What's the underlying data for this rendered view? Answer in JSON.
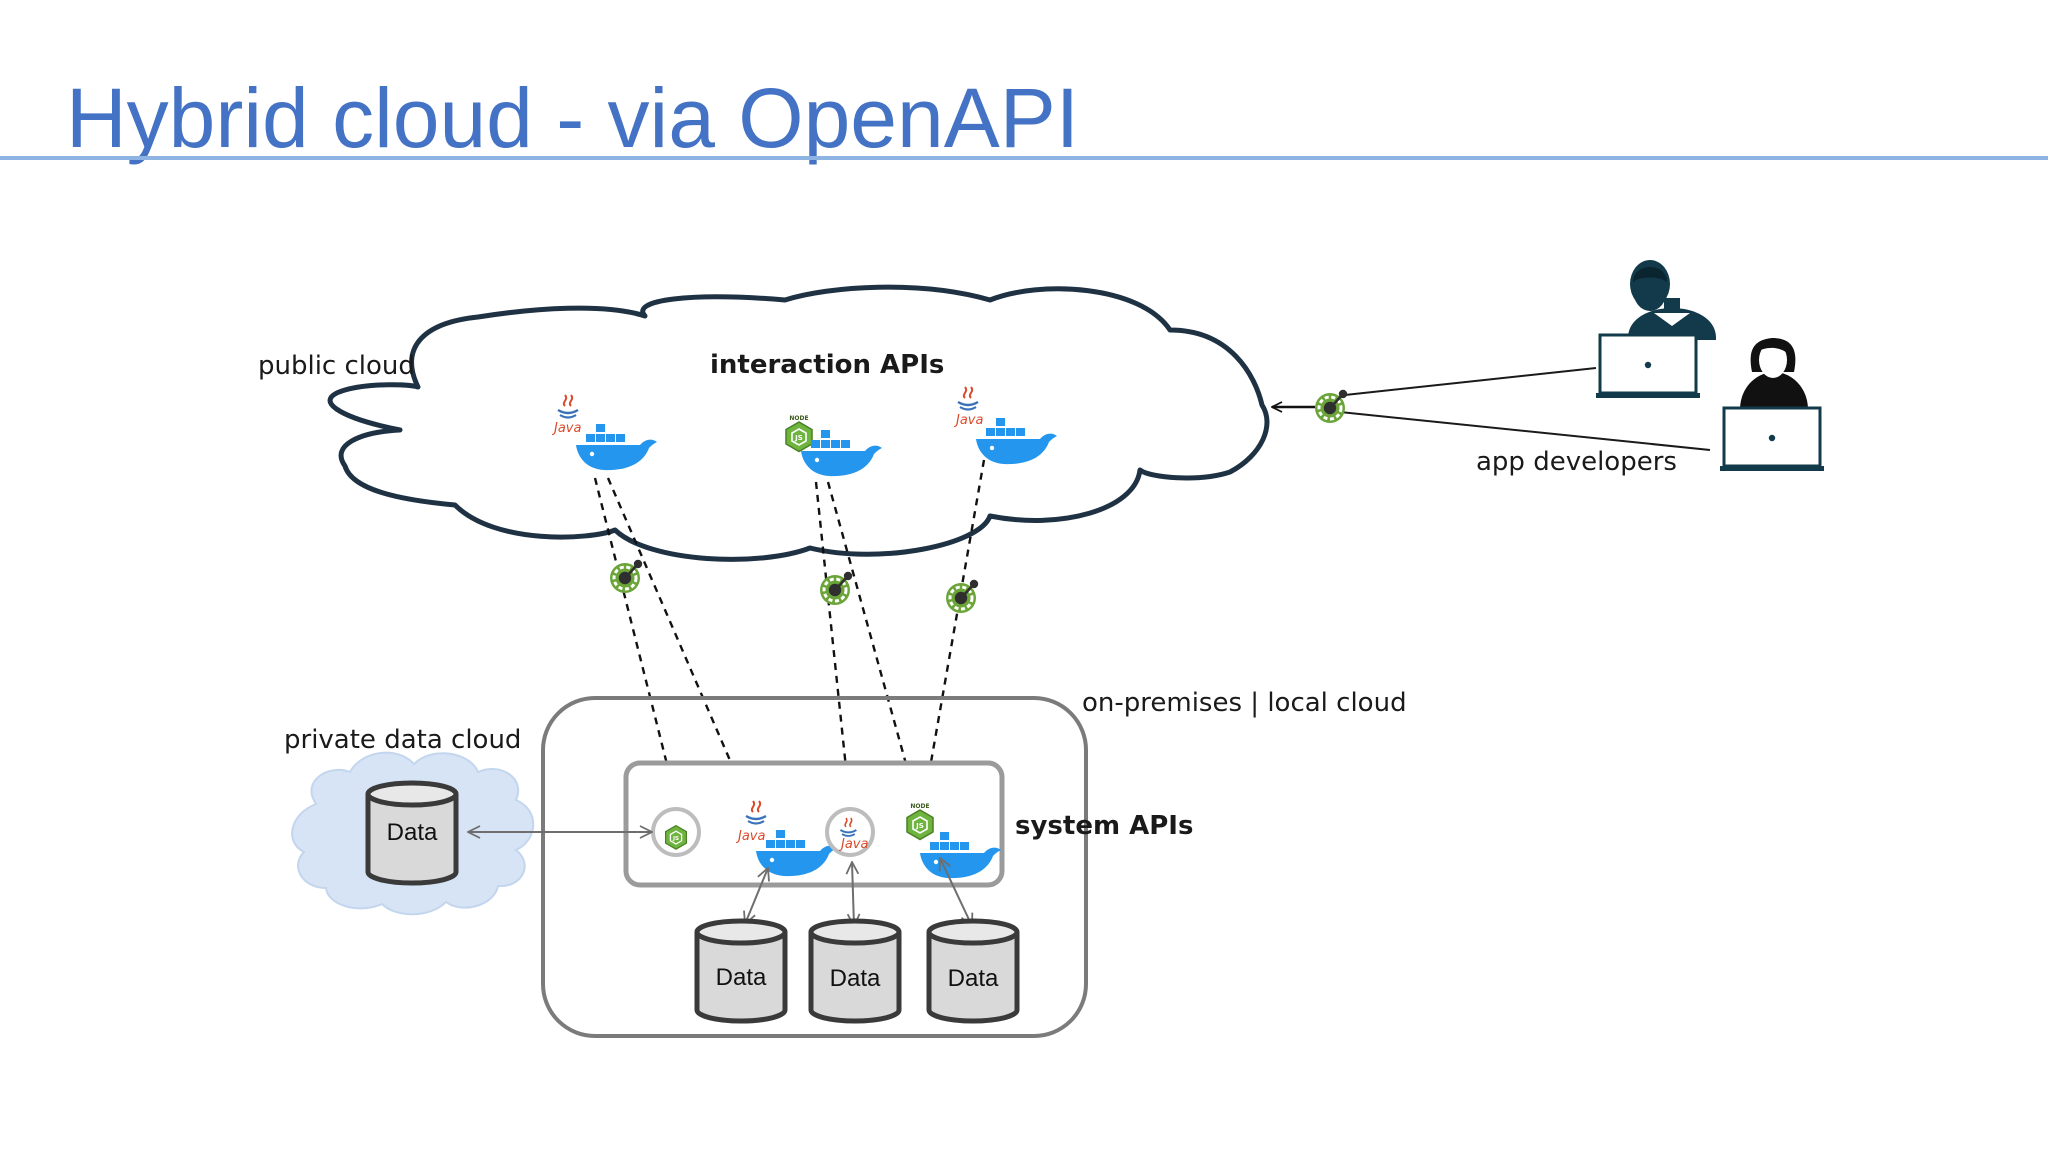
{
  "slide": {
    "title": "Hybrid cloud - via OpenAPI"
  },
  "diagram": {
    "public_cloud_label": "public cloud",
    "interaction_apis_label": "interaction APIs",
    "app_developers_label": "app developers",
    "on_premises_label": "on-premises | local cloud",
    "private_data_cloud_label": "private data cloud",
    "system_apis_label": "system APIs",
    "data_label": "Data",
    "java_label": "Java",
    "node_label": "NODE"
  },
  "colors": {
    "title": "#4472c4",
    "rule": "#8db4e2",
    "cloud_outline": "#1f3244",
    "docker_blue": "#2496ed",
    "openapi_green": "#6ba539",
    "person": "#123a4a",
    "private_cloud_fill": "#d6e4f5"
  }
}
